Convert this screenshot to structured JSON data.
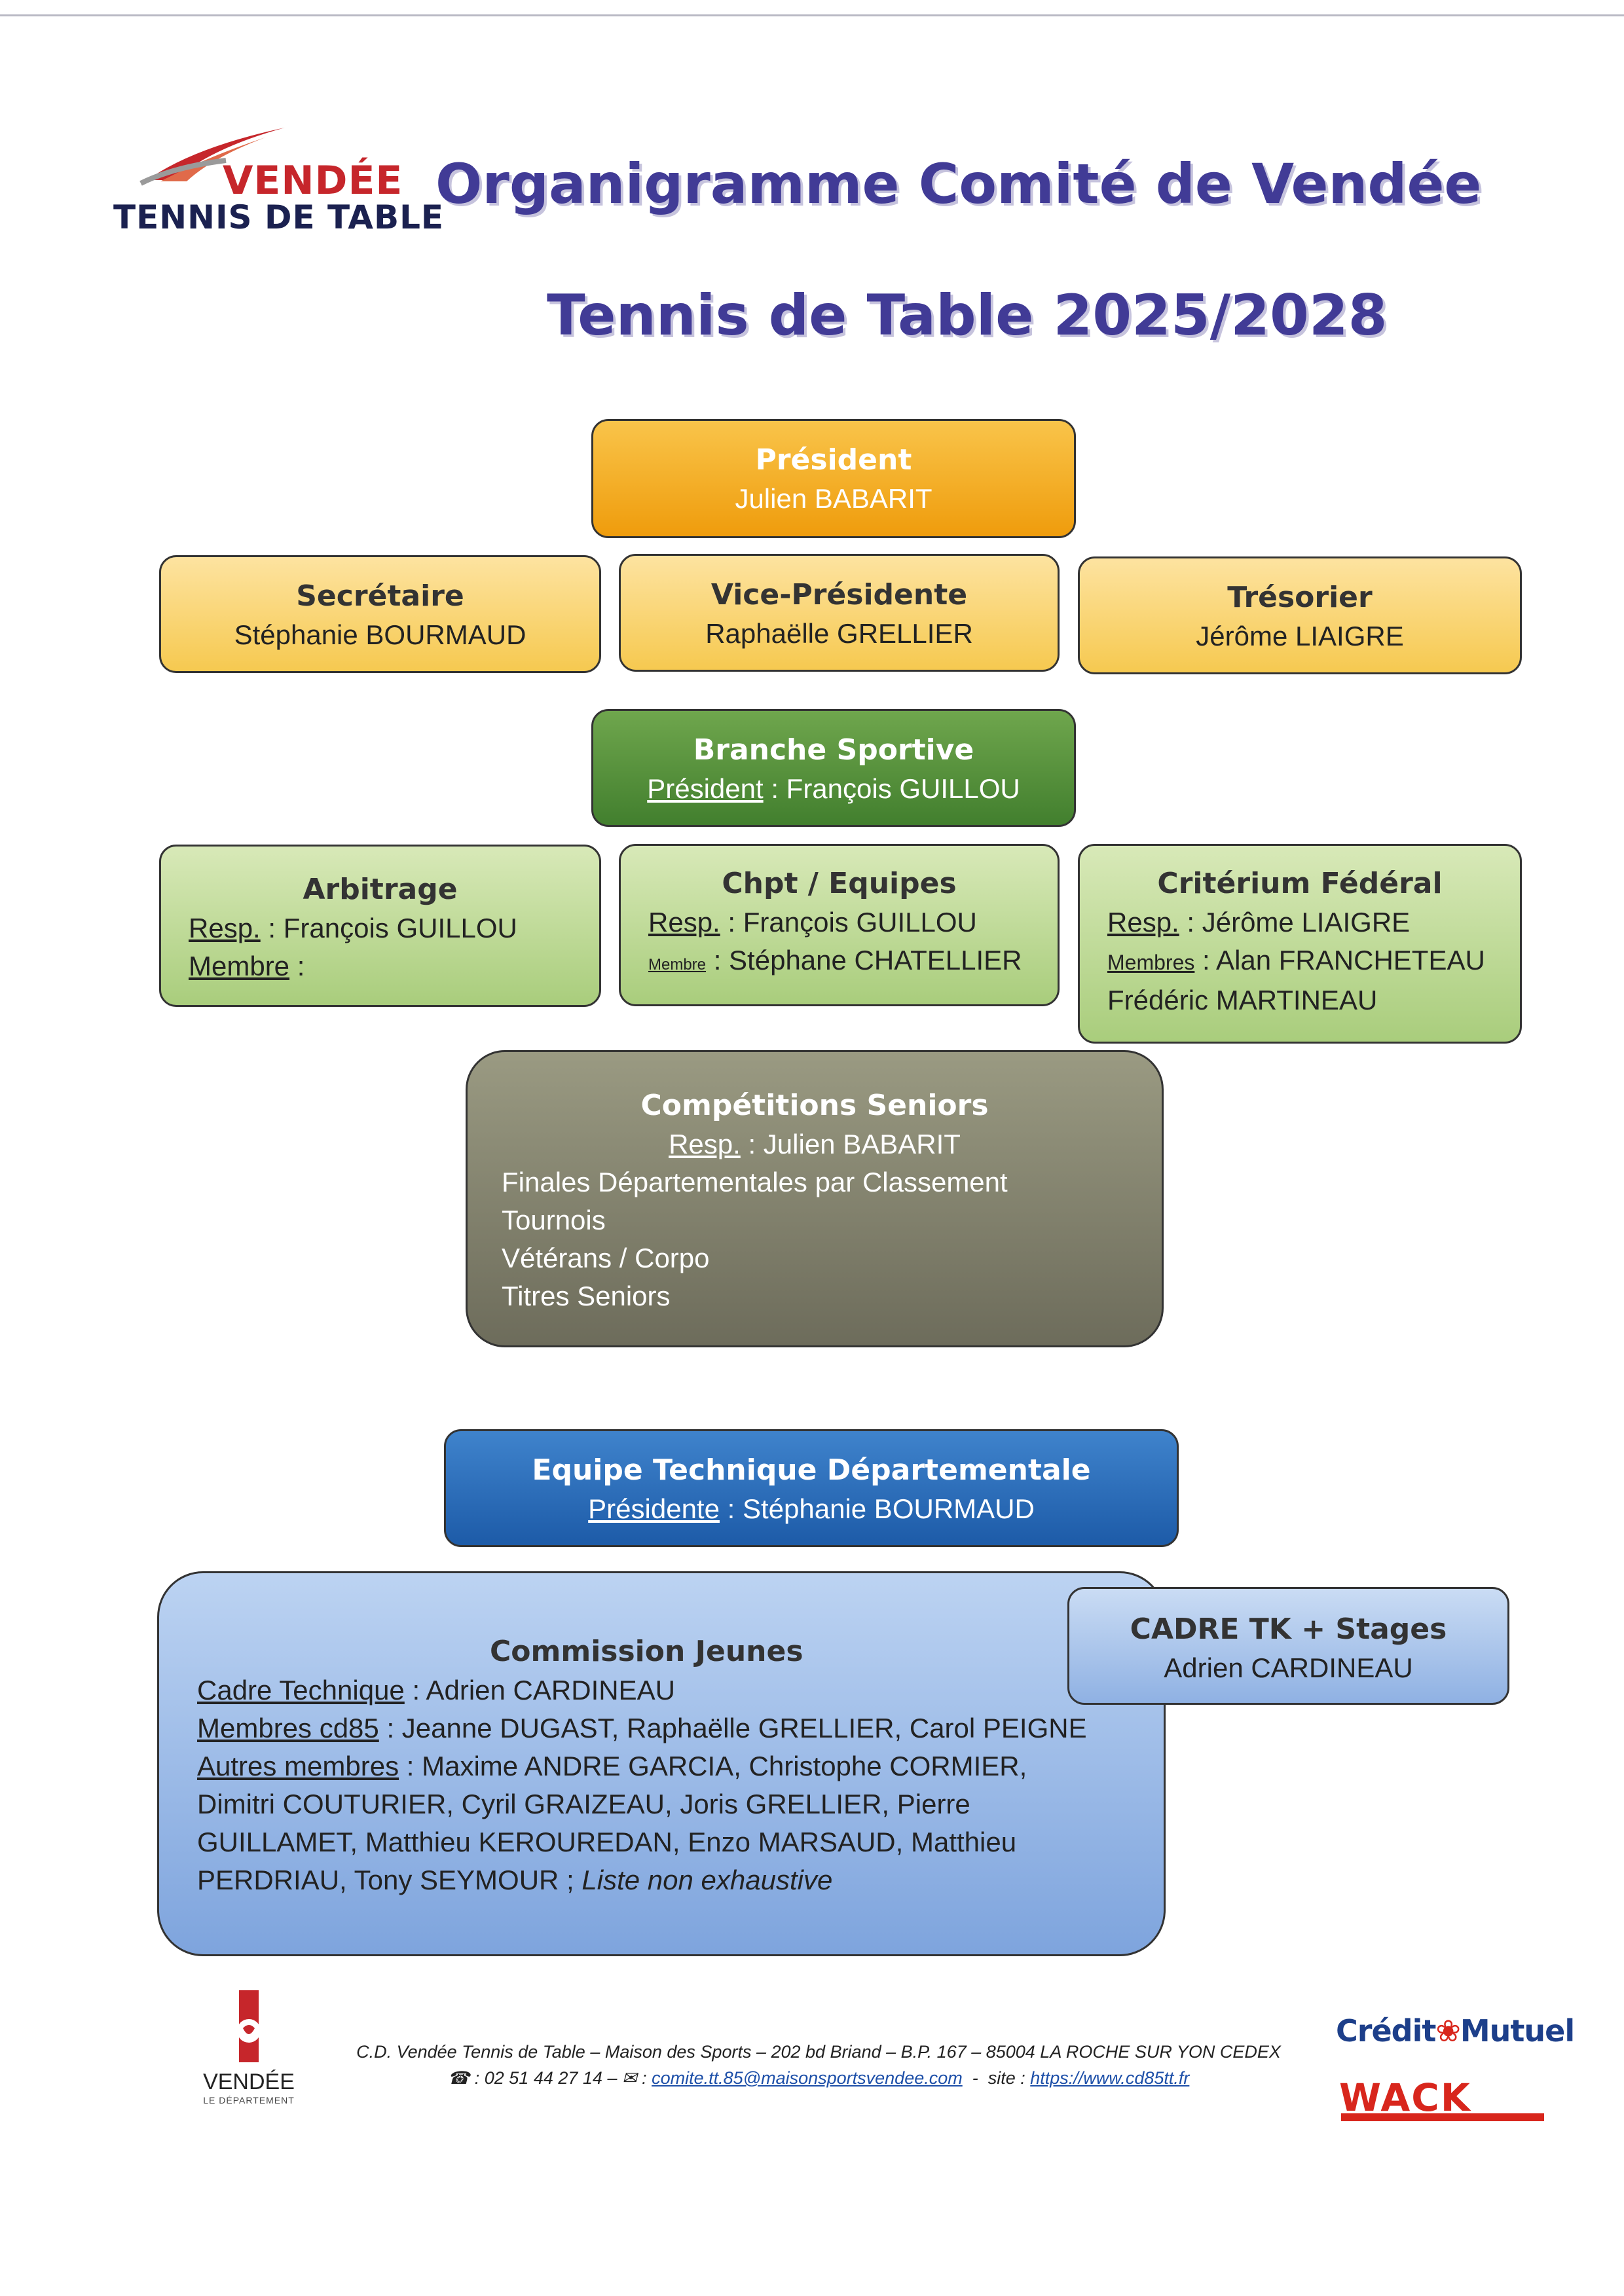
{
  "logo": {
    "line1": "VENDÉE",
    "line2": "TENNIS DE TABLE"
  },
  "title": {
    "line1": "Organigramme Comité de Vendée",
    "line2": "Tennis de Table 2025/2028"
  },
  "colors": {
    "title": "#413b96",
    "president": "#f2a61e",
    "bureau": "#f9d574",
    "branche": "#52913a",
    "commissions": "#bfdd9a",
    "seniors": "#7f7e69",
    "etd": "#2a6bb8",
    "jeunes": "#9fbde9"
  },
  "president": {
    "title": "Président",
    "name": "Julien BABARIT"
  },
  "secretaire": {
    "title": "Secrétaire",
    "name": "Stéphanie BOURMAUD"
  },
  "vice": {
    "title": "Vice-Présidente",
    "name": "Raphaëlle GRELLIER"
  },
  "tresorier": {
    "title": "Trésorier",
    "name": "Jérôme LIAIGRE"
  },
  "branche": {
    "title": "Branche Sportive",
    "role": "Président",
    "name": " : François GUILLOU"
  },
  "arbitrage": {
    "title": "Arbitrage",
    "resp_label": "Resp.",
    "resp": " : François GUILLOU",
    "membre_label": "Membre",
    "membre": " :"
  },
  "equipes": {
    "title": "Chpt / Equipes",
    "resp_label": "Resp.",
    "resp": " : François GUILLOU",
    "membre_label": "Membre",
    "membre": " : Stéphane CHATELLIER"
  },
  "criterium": {
    "title": "Critérium Fédéral",
    "resp_label": "Resp.",
    "resp": " : Jérôme LIAIGRE",
    "membres_label": "Membres",
    "membres": " : Alan FRANCHETEAU",
    "membre2": "Frédéric MARTINEAU"
  },
  "seniors": {
    "title": "Compétitions Seniors",
    "resp_label": "Resp.",
    "resp": " : Julien BABARIT",
    "items": [
      "Finales Départementales par Classement",
      "Tournois",
      "Vétérans / Corpo",
      "Titres Seniors"
    ]
  },
  "etd": {
    "title": "Equipe Technique Départementale",
    "role": "Présidente",
    "name": " : Stéphanie BOURMAUD"
  },
  "jeunes": {
    "title": "Commission Jeunes",
    "cadre_label": "Cadre Technique",
    "cadre": " : Adrien CARDINEAU",
    "membres_label": "Membres cd85",
    "membres": " : Jeanne DUGAST, Raphaëlle GRELLIER, Carol PEIGNE",
    "autres_label": "Autres membres",
    "autres": " : Maxime ANDRE GARCIA, Christophe CORMIER,",
    "line4": "Dimitri COUTURIER, Cyril GRAIZEAU, Joris GRELLIER, Pierre",
    "line5": "GUILLAMET, Matthieu KEROUREDAN, Enzo MARSAUD, Matthieu",
    "line6": "PERDRIAU, Tony SEYMOUR ; ",
    "line6_note": "Liste non exhaustive"
  },
  "cadre_tk": {
    "title": "CADRE TK + Stages",
    "name": "Adrien CARDINEAU"
  },
  "footer": {
    "line1": "C.D. Vendée Tennis de Table – Maison des Sports – 202 bd Briand – B.P. 167 – 85004 LA ROCHE SUR YON CEDEX",
    "phone": " : 02 51 44 27 14 – ",
    "email": "comite.tt.85@maisonsportsvendee.com",
    "sep": "  -  site : ",
    "site": "https://www.cd85tt.fr"
  },
  "dept_logo": {
    "name": "VENDÉE",
    "sub": "LE DÉPARTEMENT"
  },
  "sponsors": {
    "cm1": "Crédit",
    "cm2": "Mutuel",
    "wack": "WACK"
  }
}
